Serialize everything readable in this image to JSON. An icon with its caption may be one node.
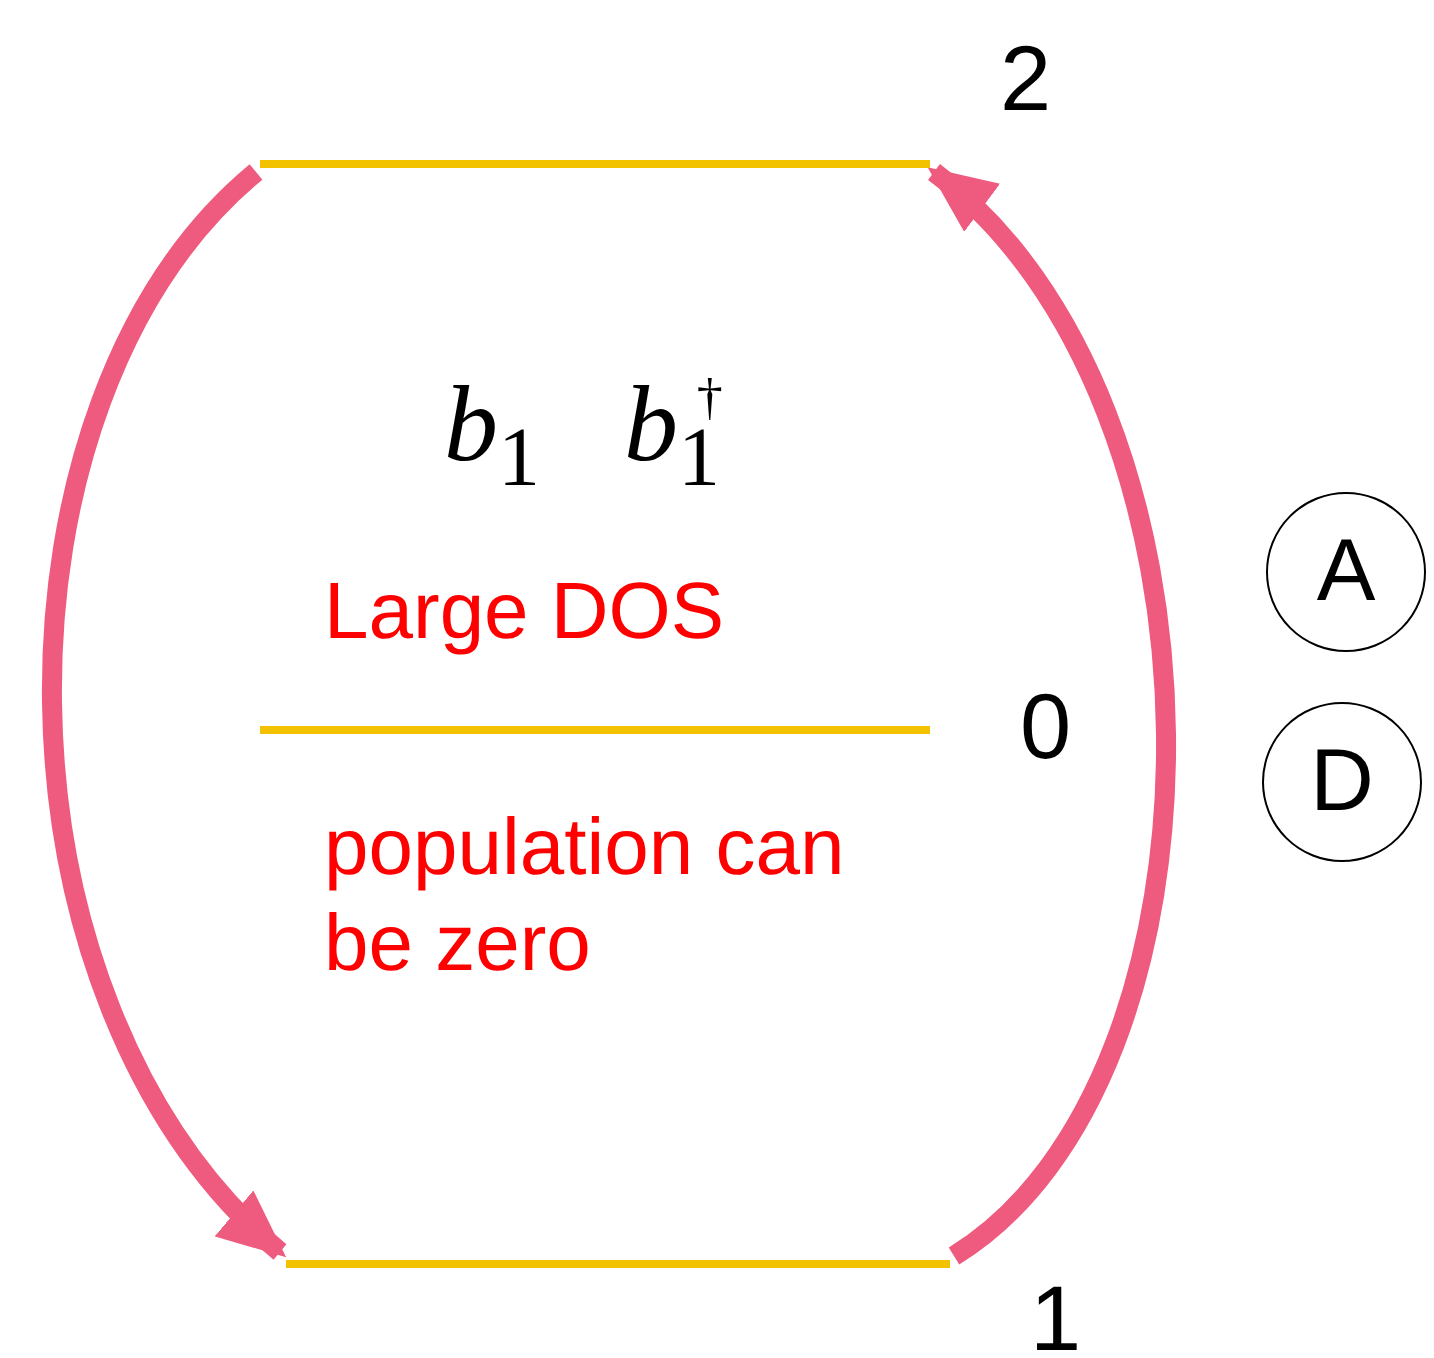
{
  "diagram": {
    "nodes": [
      {
        "text": [],
        "shape": "bar",
        "beside": [
          "2"
        ]
      },
      {
        "text": [],
        "shape": "bar",
        "beside": [
          "0"
        ]
      },
      {
        "text": [],
        "shape": "bar",
        "beside": [
          "1"
        ]
      },
      {
        "text": [
          "A"
        ]
      },
      {
        "text": [
          "D"
        ]
      }
    ],
    "edges": [
      {
        "from": 0,
        "to": 2,
        "arrow": "to"
      },
      {
        "from": 2,
        "to": 0,
        "arrow": "to"
      }
    ],
    "labels": [
      "*b*$_{1}$",
      "*b*$_{1}$$^{†}$",
      "Large DOS",
      "population can be zero"
    ]
  }
}
